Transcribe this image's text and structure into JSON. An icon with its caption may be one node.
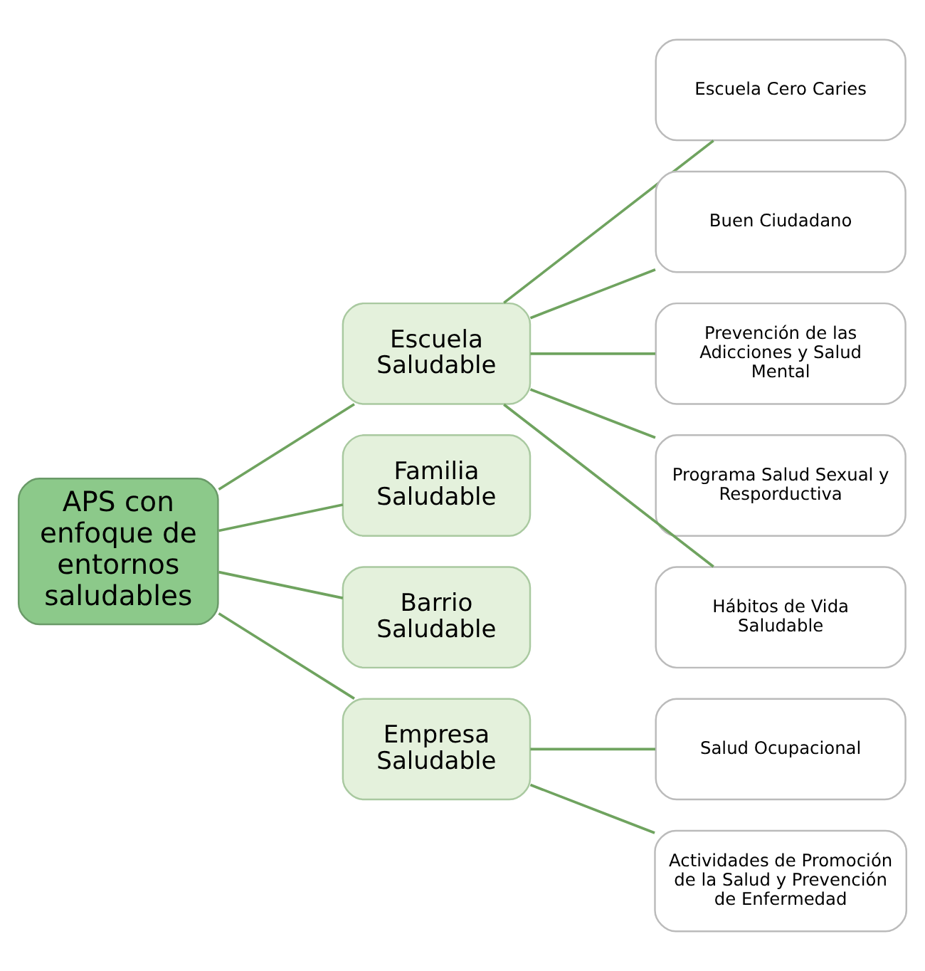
{
  "diagram": {
    "nodes": [
      {
        "text": [
          "APS con enfoque de entornos saludables"
        ]
      },
      {
        "text": [
          "Escuela Saludable"
        ]
      },
      {
        "text": [
          "Familia Saludable"
        ]
      },
      {
        "text": [
          "Barrio Saludable"
        ]
      },
      {
        "text": [
          "Empresa Saludable"
        ]
      },
      {
        "text": [
          "Escuela Cero Caries"
        ]
      },
      {
        "text": [
          "Buen Ciudadano"
        ]
      },
      {
        "text": [
          "Prevención de las Adicciones y Salud Mental"
        ]
      },
      {
        "text": [
          "Programa Salud Sexual y Resporductiva"
        ]
      },
      {
        "text": [
          "Hábitos de Vida Saludable"
        ]
      },
      {
        "text": [
          "Salud Ocupacional"
        ]
      },
      {
        "text": [
          "Actividades de Promoción de la Salud y Prevención de Enfermedad"
        ]
      }
    ],
    "edges": [
      {
        "from": 0,
        "to": 1,
        "arrow": "none"
      },
      {
        "from": 0,
        "to": 2,
        "arrow": "none"
      },
      {
        "from": 0,
        "to": 3,
        "arrow": "none"
      },
      {
        "from": 0,
        "to": 4,
        "arrow": "none"
      },
      {
        "from": 1,
        "to": 5,
        "arrow": "none"
      },
      {
        "from": 1,
        "to": 6,
        "arrow": "none"
      },
      {
        "from": 1,
        "to": 7,
        "arrow": "none"
      },
      {
        "from": 1,
        "to": 8,
        "arrow": "none"
      },
      {
        "from": 1,
        "to": 9,
        "arrow": "none"
      },
      {
        "from": 4,
        "to": 10,
        "arrow": "none"
      },
      {
        "from": 4,
        "to": 11,
        "arrow": "none"
      }
    ]
  }
}
